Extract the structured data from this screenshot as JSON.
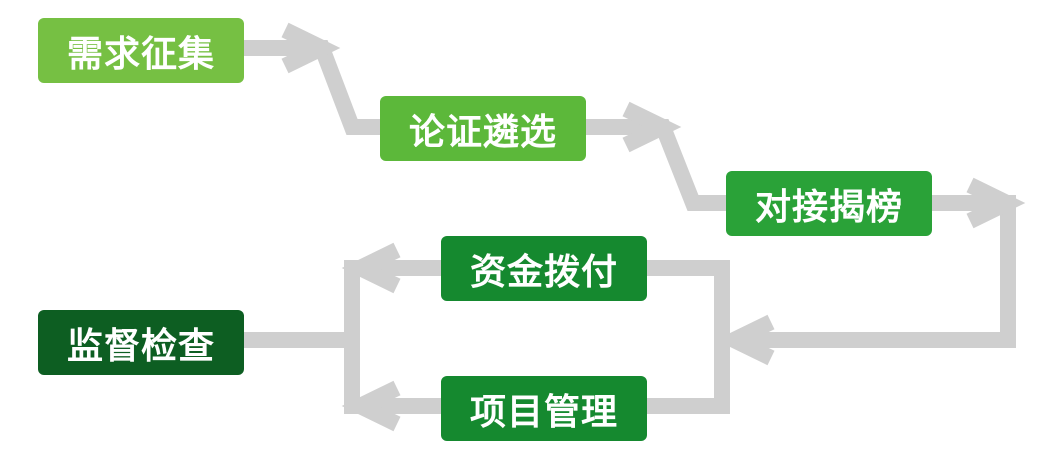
{
  "nodes": [
    {
      "id": "node-1",
      "label": "需求征集",
      "color": "#76c043"
    },
    {
      "id": "node-2",
      "label": "论证遴选",
      "color": "#5cb83a"
    },
    {
      "id": "node-3",
      "label": "对接揭榜",
      "color": "#2aa238"
    },
    {
      "id": "node-4",
      "label": "资金拨付",
      "color": "#15892f"
    },
    {
      "id": "node-5",
      "label": "监督检查",
      "color": "#0d5e22"
    },
    {
      "id": "node-6",
      "label": "项目管理",
      "color": "#15892f"
    }
  ],
  "connector_color": "#cfcfcf"
}
